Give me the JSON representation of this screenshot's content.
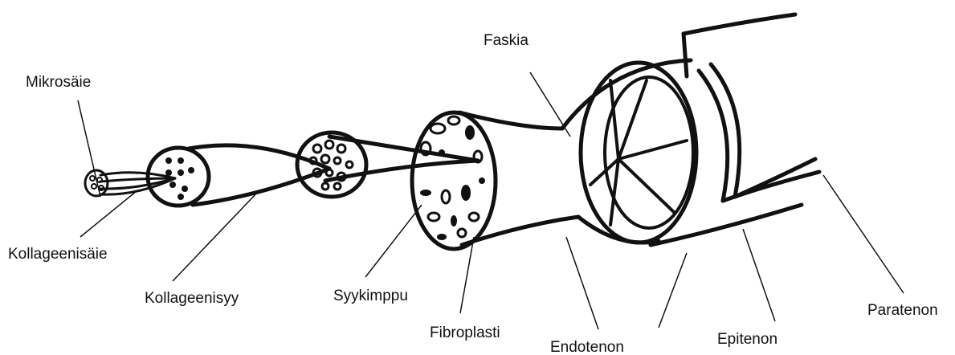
{
  "diagram": {
    "labels": {
      "microfibril": "Mikrosäie",
      "fibril": "Kollageenisäie",
      "fiber": "Kollageenisyy",
      "fascicle": "Syykimppu",
      "fibroblast": "Fibroplasti",
      "fascia": "Faskia",
      "endotenon": "Endotenon",
      "epitenon": "Epitenon",
      "paratenon": "Paratenon"
    }
  }
}
